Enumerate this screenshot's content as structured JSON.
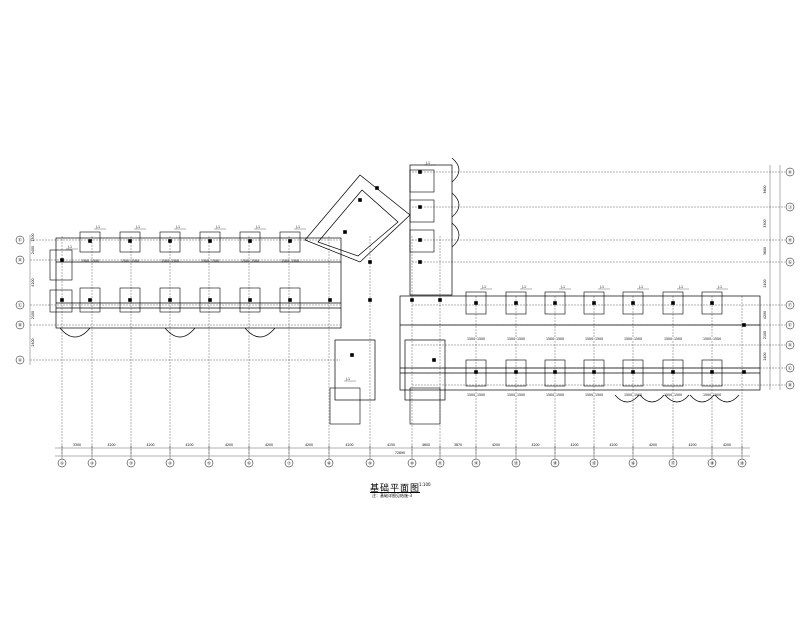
{
  "drawing": {
    "title": "基础平面图",
    "scale": "1:100",
    "note": "注：基础详图见结施-3",
    "total_dimension": "72690",
    "bottom_dimensions": [
      "3300",
      "4200",
      "4200",
      "4200",
      "4200",
      "4200",
      "4200",
      "4200",
      "4150",
      "4600",
      "3870",
      "4200",
      "4200",
      "4200",
      "4200",
      "4200",
      "4200",
      "4200",
      "3970"
    ],
    "bottom_axes": [
      "①",
      "②",
      "③",
      "④",
      "⑤",
      "⑥",
      "⑦",
      "⑧",
      "⑨",
      "⑩",
      "⑪",
      "⑫",
      "⑬",
      "⑭",
      "⑮",
      "⑯",
      "⑰",
      "⑱",
      "⑲",
      "⑳"
    ],
    "left_axes": [
      "Ⓔ",
      "Ⓓ",
      "Ⓒ",
      "Ⓑ",
      "Ⓐ"
    ],
    "left_dimensions": [
      "1500",
      "2400",
      "4200",
      "2100",
      "2400"
    ],
    "right_axes": [
      "Ⓚ",
      "Ⓙ",
      "Ⓗ",
      "Ⓖ",
      "Ⓕ",
      "Ⓔ",
      "Ⓓ",
      "Ⓒ",
      "Ⓑ"
    ],
    "right_dimensions": [
      "3600",
      "3300",
      "3600",
      "2400",
      "4200",
      "2100",
      "2400"
    ],
    "footing_label": "J-1",
    "footing_dims": [
      "1500",
      "1500"
    ]
  }
}
